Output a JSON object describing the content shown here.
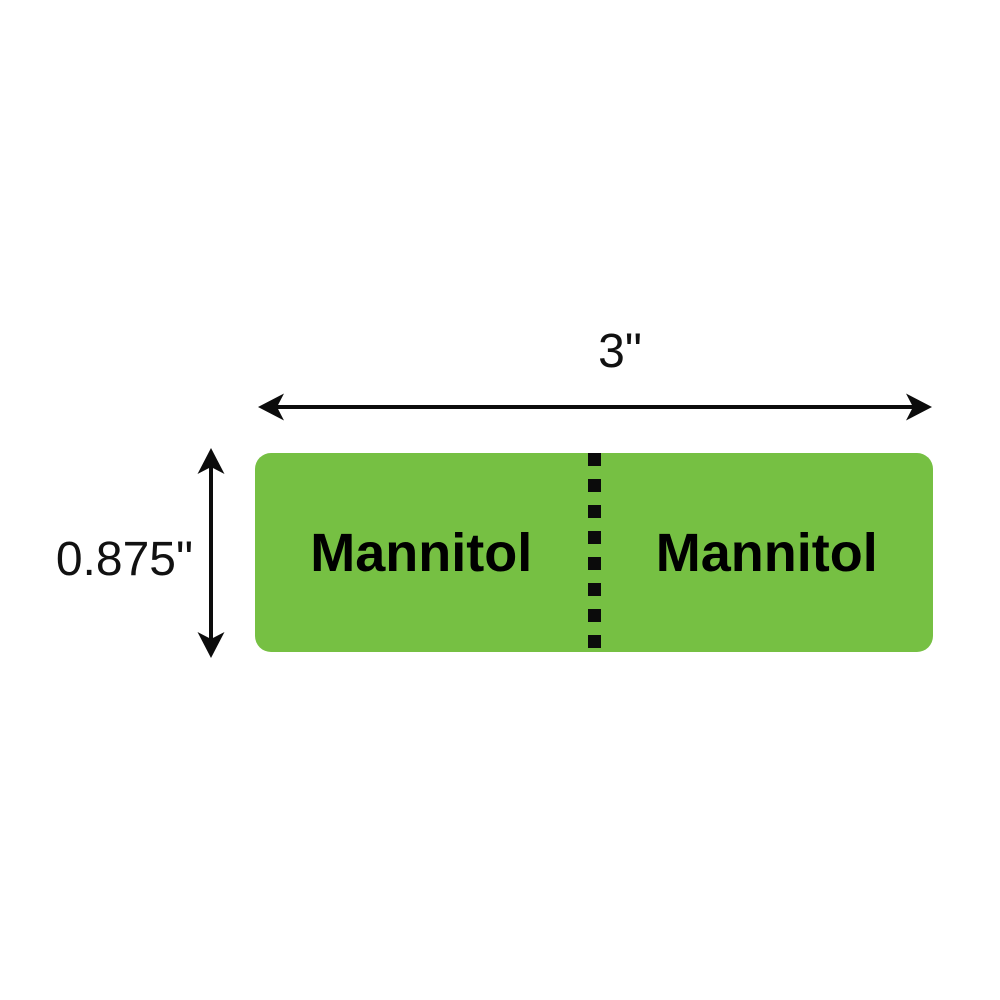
{
  "page": {
    "background_color": "#ffffff"
  },
  "annotations": {
    "width_label": "3\"",
    "height_label": "0.875\"",
    "arrow_color": "#0c0c0c"
  },
  "label": {
    "background_color": "#76c043",
    "text_color": "#000000",
    "perforation_style": "vertical-dashed-line",
    "sections": [
      {
        "text": "Mannitol"
      },
      {
        "text": "Mannitol"
      }
    ]
  }
}
